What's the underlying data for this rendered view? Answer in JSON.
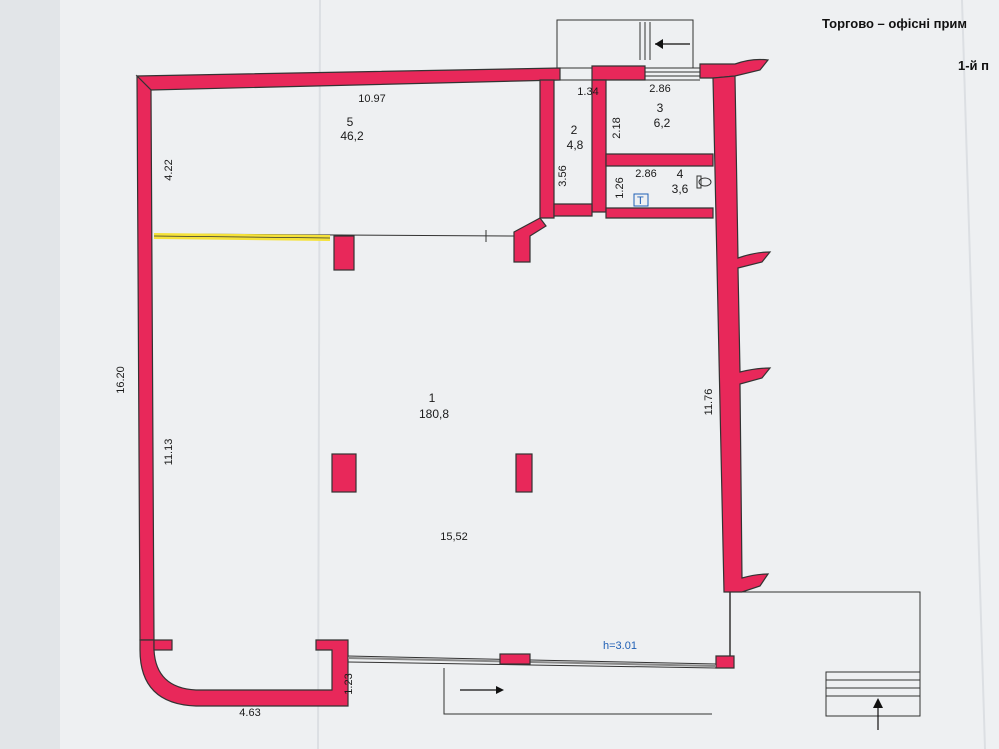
{
  "header": {
    "title": "Торгово – офісні  прим",
    "floor": "1-й п"
  },
  "colors": {
    "wall": "#e8285a",
    "window": "#f5e23a",
    "paper": "#eef0f2",
    "line": "#333333",
    "annotation": "#1f5fb5"
  },
  "rooms": [
    {
      "number": "1",
      "area": "180,8"
    },
    {
      "number": "2",
      "area": "4,8"
    },
    {
      "number": "3",
      "area": "6,2"
    },
    {
      "number": "4",
      "area": "3,6"
    },
    {
      "number": "5",
      "area": "46,2"
    }
  ],
  "dimensions": {
    "top_length": "10.97",
    "left_upper": "4.22",
    "left_outer": "16.20",
    "left_inner": "11.13",
    "right_length": "11.76",
    "interior_length": "15,52",
    "bottom_left": "4.63",
    "entry_depth": "1.23",
    "room2_width": "1.34",
    "room2_height": "3.56",
    "room3_width": "2.86",
    "room3_height": "2.18",
    "room4_width": "2.86",
    "room4_height": "1.26"
  },
  "annotations": {
    "ceiling_height": "h=3.01",
    "tap_symbol": "T"
  }
}
